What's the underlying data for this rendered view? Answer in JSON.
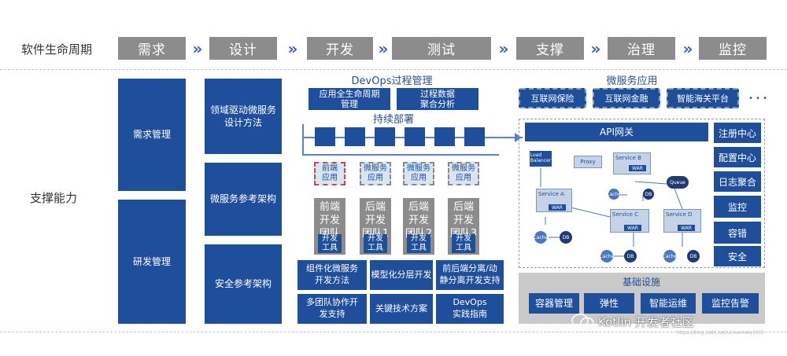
{
  "lifecycle": {
    "label": "软件生命周期",
    "stages": [
      "需求",
      "设计",
      "开发",
      "测试",
      "支撑",
      "治理",
      "监控"
    ],
    "chevron": "»"
  },
  "capability": {
    "label": "支撑能力"
  },
  "col_mgmt": {
    "items": [
      "需求管理",
      "研发管理"
    ]
  },
  "col_design": {
    "items": [
      "领域驱动微服务\n设计方法",
      "微服务参考架构",
      "安全参考架构"
    ]
  },
  "devops": {
    "title": "DevOps过程管理",
    "boxes": [
      "应用全生命周期\n管理",
      "过程数据\n聚合分析"
    ],
    "deploy_label": "持续部署",
    "apps": [
      "前端\n应用",
      "微服务\n应用",
      "微服务\n应用",
      "微服务\n应用"
    ],
    "teams": [
      "前端\n开发\n团队",
      "后端\n开发\n团队1",
      "后端\n开发\n团队2",
      "后端\n开发\n团队3"
    ],
    "tool_label": "开发\n工具",
    "methods": [
      "组件化微服务\n开发方法",
      "模型化分层开发",
      "前后端分离/动\n静分离开发支持",
      "多团队协作开\n发支持",
      "关键技术方案",
      "DevOps\n实践指南"
    ]
  },
  "microservice": {
    "title": "微服务应用",
    "apps": [
      "互联网保险",
      "互联网金融",
      "智能海关平台"
    ],
    "more": "• • •",
    "gateway": "API网关",
    "side": [
      "注册中心",
      "配置中心",
      "日志聚合",
      "监控",
      "容错",
      "安全"
    ],
    "arch": {
      "load_balancer": "Load\nBalancer",
      "proxy": "Proxy",
      "service_a": "Service A",
      "service_b": "Service B",
      "service_c": "Service C",
      "service_d": "Service D",
      "queue": "Queue",
      "war": "WAR",
      "cache": "Cache",
      "db": "DB"
    }
  },
  "infra": {
    "title": "基础设施",
    "items": [
      "容器管理",
      "弹性",
      "智能运维",
      "监控告警"
    ]
  },
  "watermark": {
    "text": "Kotlin 开发者社区",
    "url": "https://blog.csdn.net/universsky2015"
  },
  "colors": {
    "primary": "#1f4e9a",
    "gray": "#8c8c8c",
    "red_dash": "#c94a4a"
  }
}
